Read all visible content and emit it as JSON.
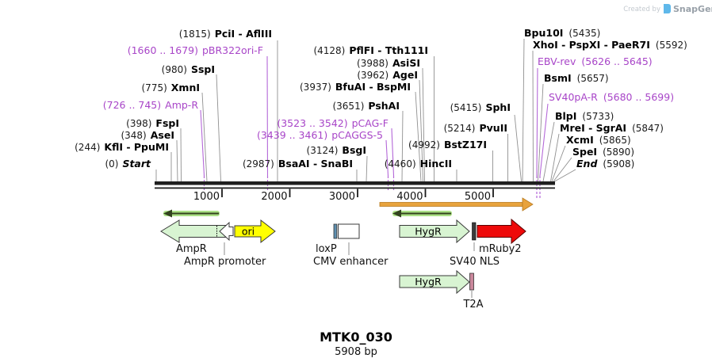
{
  "credit": {
    "prefix": "Created by",
    "brand": "SnapGene"
  },
  "title": {
    "name": "MTK0_030",
    "size": "5908 bp"
  },
  "ruler": {
    "ticks": [
      "1000",
      "2000",
      "3000",
      "4000",
      "5000"
    ]
  },
  "colors": {
    "primer_purple": "#A845C8",
    "feature_green": "#D8F4D2",
    "ori_yellow": "#FFFF00",
    "mruby_red": "#EE0A0A",
    "orange_arrow": "#E8A33D",
    "loxp_blue": "#5E8FB0",
    "t2a_pink": "#C9879B",
    "nls_dark": "#3C3C3C",
    "overline_green": "#ACE287"
  },
  "sites": [
    {
      "p": "(0)",
      "n": "Start"
    },
    {
      "p": "(244)",
      "n": "KflI - PpuMI"
    },
    {
      "p": "(348)",
      "n": "AseI"
    },
    {
      "p": "(398)",
      "n": "FspI"
    },
    {
      "p": "(726 .. 745)",
      "n": "Amp-R"
    },
    {
      "p": "(775)",
      "n": "XmnI"
    },
    {
      "p": "(980)",
      "n": "SspI"
    },
    {
      "p": "(1660 .. 1679)",
      "n": "pBR322ori-F"
    },
    {
      "p": "(1815)",
      "n": "PciI - AflIII"
    },
    {
      "p": "(2987)",
      "n": "BsaAI - SnaBI"
    },
    {
      "p": "(3124)",
      "n": "BsgI"
    },
    {
      "p": "(3439 .. 3461)",
      "n": "pCAGGS-5"
    },
    {
      "p": "(3523 .. 3542)",
      "n": "pCAG-F"
    },
    {
      "p": "(3651)",
      "n": "PshAI"
    },
    {
      "p": "(3937)",
      "n": "BfuAI - BspMI"
    },
    {
      "p": "(3962)",
      "n": "AgeI"
    },
    {
      "p": "(3988)",
      "n": "AsiSI"
    },
    {
      "p": "(4128)",
      "n": "PflFI - Tth111I"
    },
    {
      "p": "(4460)",
      "n": "HincII"
    },
    {
      "p": "(4992)",
      "n": "BstZ17I"
    },
    {
      "p": "(5214)",
      "n": "PvuII"
    },
    {
      "p": "(5415)",
      "n": "SphI"
    },
    {
      "p": "(5435)",
      "n": "Bpu10I"
    },
    {
      "p": "(5592)",
      "n": "XhoI - PspXI - PaeR7I"
    },
    {
      "p": "(5626 .. 5645)",
      "n": "EBV-rev"
    },
    {
      "p": "(5657)",
      "n": "BsmI"
    },
    {
      "p": "(5680 .. 5699)",
      "n": "SV40pA-R"
    },
    {
      "p": "(5733)",
      "n": "BlpI"
    },
    {
      "p": "(5847)",
      "n": "MreI - SgrAI"
    },
    {
      "p": "(5865)",
      "n": "XcmI"
    },
    {
      "p": "(5890)",
      "n": "SpeI"
    },
    {
      "p": "(5908)",
      "n": "End"
    }
  ],
  "features": [
    {
      "label": "AmpR"
    },
    {
      "label": "AmpR promoter"
    },
    {
      "label": "ori"
    },
    {
      "label": "loxP"
    },
    {
      "label": "CMV enhancer"
    },
    {
      "label": "HygR"
    },
    {
      "label": "SV40 NLS"
    },
    {
      "label": "mRuby2"
    },
    {
      "label": "HygR"
    },
    {
      "label": "T2A"
    }
  ]
}
